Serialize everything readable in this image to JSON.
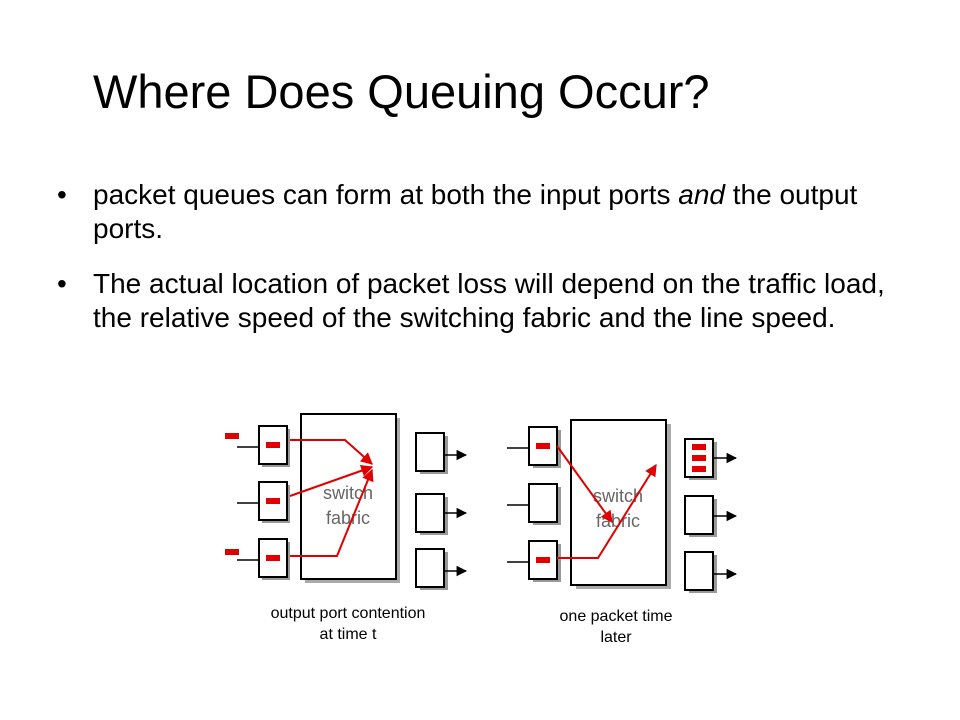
{
  "slide": {
    "title": "Where Does Queuing Occur?",
    "bullets": [
      {
        "marker": "•",
        "text_before": "packet queues can form at both the input ports ",
        "emphasis": "and",
        "text_after": " the output ports."
      },
      {
        "marker": "•",
        "text": "The actual location of packet loss will depend on the traffic load, the relative speed of the switching fabric and the line speed."
      }
    ]
  },
  "diagram": {
    "left": {
      "fabric_label_line1": "switch",
      "fabric_label_line2": "fabric",
      "caption_line1": "output port contention",
      "caption_line2": "at  time t"
    },
    "right": {
      "fabric_label_line1": "switch",
      "fabric_label_line2": "fabric",
      "caption_line1": "one packet time",
      "caption_line2": "later"
    },
    "colors": {
      "packet": "#e00000",
      "port_border": "#000000",
      "port_shadow": "#999999"
    }
  }
}
